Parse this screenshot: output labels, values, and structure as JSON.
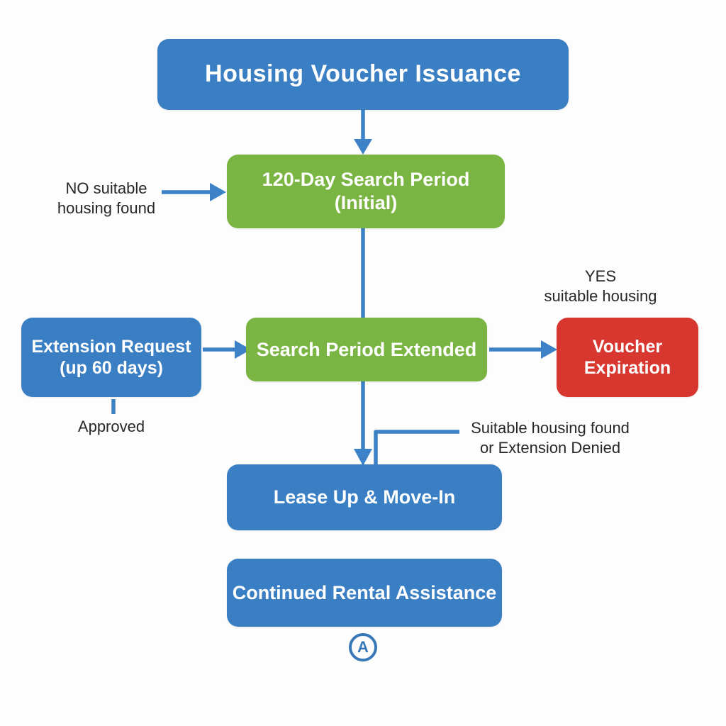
{
  "palette": {
    "blue": "#3a7ec3",
    "green": "#7ab544",
    "red": "#d8372f",
    "arrow": "#3d82c6",
    "circle": "#3878b8",
    "label_text": "#272727",
    "box_text": "#ffffff",
    "background": "#fdfdfd"
  },
  "diagram": {
    "title": "Housing Voucher Issuance",
    "nodes": {
      "issuance": {
        "label": "Housing Voucher Issuance",
        "color": "#3a7ec3"
      },
      "search_period": {
        "line1": "120-Day Search Period",
        "line2": "(Initial)",
        "color": "#7ab544"
      },
      "extension_request": {
        "line1": "Extension Request",
        "line2": "(up 60 days)",
        "color": "#3a7ec3"
      },
      "search_extended": {
        "label": "Search Period Extended",
        "color": "#7ab544"
      },
      "voucher_expiration": {
        "line1": "Voucher",
        "line2": "Expiration",
        "color": "#d8372f"
      },
      "lease_up": {
        "label": "Lease Up & Move-In",
        "color": "#3a7ec3"
      },
      "continued_assistance": {
        "label": "Continued Rental Assistance",
        "color": "#3a7ec3"
      }
    },
    "labels": {
      "no_suitable": {
        "line1": "NO suitable",
        "line2": "housing found"
      },
      "yes_suitable": {
        "line1": "YES",
        "line2": "suitable housing"
      },
      "approved": "Approved",
      "suitable_or_denied": {
        "line1": "Suitable housing found",
        "line2": "or Extension Denied"
      }
    },
    "connector_badge": "A"
  }
}
